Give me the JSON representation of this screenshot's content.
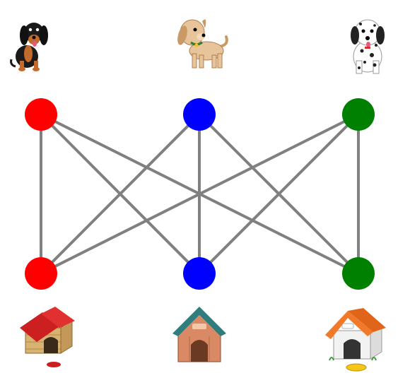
{
  "diagram": {
    "top_row": [
      {
        "id": "t1",
        "color": "#ff0000",
        "icon": "dachshund-dog-icon"
      },
      {
        "id": "t2",
        "color": "#0000ff",
        "icon": "puppy-dog-icon"
      },
      {
        "id": "t3",
        "color": "#008000",
        "icon": "dalmatian-dog-icon"
      }
    ],
    "bottom_row": [
      {
        "id": "b1",
        "color": "#ff0000",
        "icon": "red-roof-doghouse-icon"
      },
      {
        "id": "b2",
        "color": "#0000ff",
        "icon": "teal-roof-doghouse-icon"
      },
      {
        "id": "b3",
        "color": "#008000",
        "icon": "orange-roof-doghouse-icon"
      }
    ],
    "edges": [
      [
        "t1",
        "b1"
      ],
      [
        "t1",
        "b2"
      ],
      [
        "t1",
        "b3"
      ],
      [
        "t2",
        "b1"
      ],
      [
        "t2",
        "b2"
      ],
      [
        "t2",
        "b3"
      ],
      [
        "t3",
        "b1"
      ],
      [
        "t3",
        "b2"
      ],
      [
        "t3",
        "b3"
      ]
    ],
    "edge_color": "#808080"
  }
}
